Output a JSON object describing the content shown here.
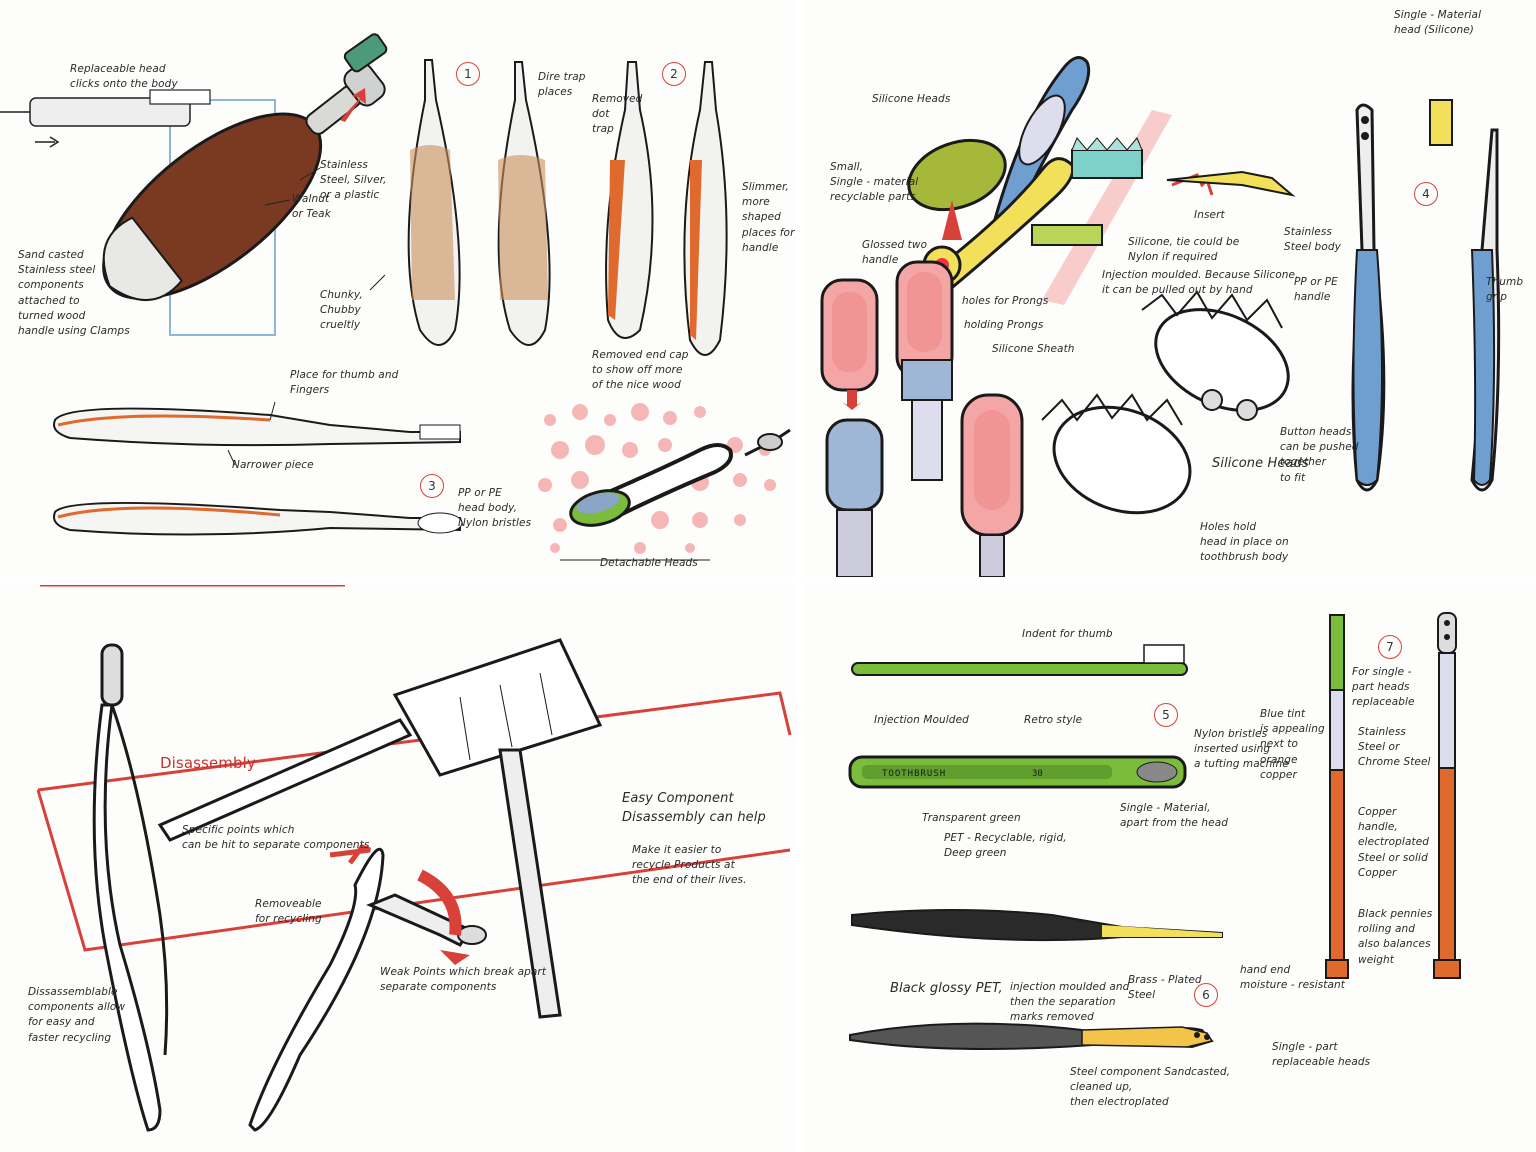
{
  "colors": {
    "walnut": "#7a3a22",
    "copper": "#e0692e",
    "silver": "#d9d9d6",
    "blue": "#6f9fd1",
    "green": "#7cbc3c",
    "yellow": "#f3e05a",
    "pink": "#f4a6a6",
    "red": "#d8403a",
    "ink": "#1a1a1a"
  },
  "panel_top_left": {
    "notes": {
      "replaceable_head": "Replaceable head\nclicks onto the body",
      "stainless": "Stainless\nSteel, Silver,\nor a plastic",
      "walnut": "Walnut\nor Teak",
      "sand_casted": "Sand casted\nStainless steel\ncomponents\nattached to\nturned wood\nhandle using Clamps",
      "chunky": "Chunky,\nChubby\ncrueltly",
      "one_notes": "Dire trap\nplaces",
      "removed": "Removed\ndot\ntrap",
      "slimmer": "Slimmer,\nmore shaped\nplaces for\nhandle",
      "removed_end": "Removed end cap\nto show off more\nof the nice wood",
      "place_thumb": "Place for thumb and\nFingers",
      "narrower": "Narrower piece",
      "pp_pe": "PP or PE\nhead body,\nNylon bristles",
      "detachable": "Detachable Heads"
    },
    "numbers": {
      "n1": "1",
      "n2": "2",
      "n3": "3"
    }
  },
  "panel_top_right": {
    "notes": {
      "silicone_heads": "Silicone Heads",
      "small_single": "Small,\nSingle - material\nrecyclable parts",
      "glossed": "Glossed two\nhandle",
      "insert": "Insert",
      "silicone_tie": "Silicone, tie could be\nNylon if required",
      "injection": "Injection moulded. Because Silicone,\nit can be pulled out by hand",
      "holes_prongs": "holes for Prongs",
      "holding_prongs": "holding Prongs",
      "silicone_sheath": "Silicone Sheath",
      "button_heads": "Button heads\ncan be pushed\ntogether\nto fit",
      "silicone_heads2": "Silicone Heads",
      "holes_hold": "Holes hold\nhead in place on\ntoothbrush body",
      "single_material": "Single - Material\nhead (Silicone)",
      "stainless_body": "Stainless\nSteel body",
      "pp_pe_handle": "PP or PE\nhandle",
      "thumb_grip": "Thumb\ngrip"
    },
    "numbers": {
      "n4": "4"
    }
  },
  "panel_bottom_left": {
    "notes": {
      "disassembly": "Disassembly",
      "specific_points": "Specific points which\ncan be hit to separate components",
      "easy_component": "Easy Component\nDisassembly can help",
      "make_easier": "Make it easier to\nrecycle Products at\nthe end of their lives.",
      "removeable": "Removeable\nfor recycling",
      "weak_points": "Weak Points which break apart\nseparate components",
      "dissassemblable": "Dissassemblable\ncomponents allow\nfor easy and\nfaster recycling"
    }
  },
  "panel_bottom_right": {
    "notes": {
      "indent_thumb": "Indent for thumb",
      "injection_moulded": "Injection Moulded",
      "retro_style": "Retro style",
      "nylon_bristles": "Nylon bristles\ninserted using\na tufting machine",
      "transparent_green": "Transparent green",
      "pet": "PET - Recyclable, rigid,\nDeep green",
      "single_material_apart": "Single - Material,\napart from the head",
      "blue_tint": "Blue tint\nis appealing\nnext to\norange\ncopper",
      "single_part_heads": "For single -\npart heads\nreplaceable",
      "stainless_chrome": "Stainless\nSteel or\nChrome Steel",
      "copper_handle": "Copper\nhandle,\nelectroplated\nSteel or solid\nCopper",
      "black_pennies": "Black pennies\nrolling and\nalso balances\nweight",
      "hand_end": "hand end\nmoisture - resistant",
      "black_glossy": "Black glossy PET,",
      "injection_sep": "injection moulded and\nthen the separation\nmarks removed",
      "brass_plated": "Brass - Plated\nSteel",
      "single_part_repl": "Single - part\nreplaceable heads",
      "steel_component": "Steel component Sandcasted,\ncleaned up,\nthen electroplated",
      "brush_print": "TOOTHBRUSH",
      "brush_num": "30"
    },
    "numbers": {
      "n5": "5",
      "n6": "6",
      "n7": "7"
    }
  }
}
